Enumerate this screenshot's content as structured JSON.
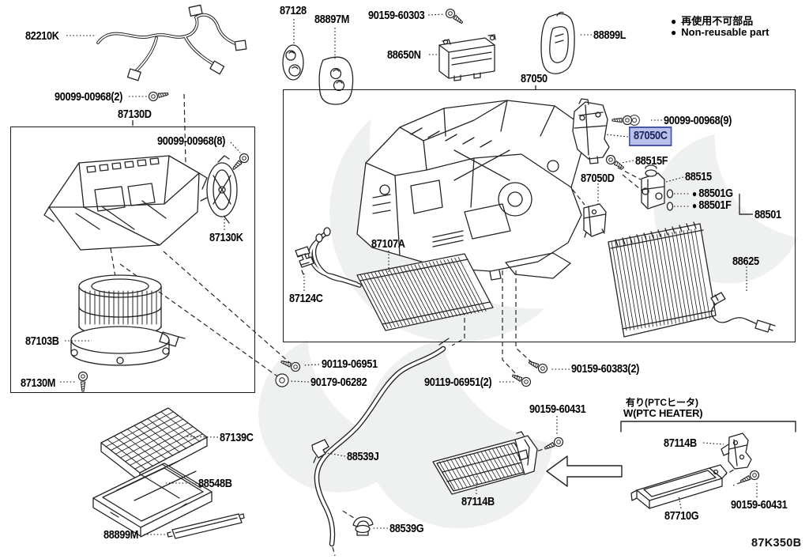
{
  "diagram": {
    "code": "87K350B"
  },
  "legend": {
    "bullet": "●",
    "line1_jp": "再使用不可部品",
    "line2_en": "Non-reusable part"
  },
  "ptc_section": {
    "title_jp": "有り(PTCヒータ)",
    "title_en": "W(PTC HEATER)"
  },
  "highlight": {
    "bg": "#b9c1e9",
    "border": "#4a55a8",
    "text_color": "#1a2360"
  },
  "labels": {
    "p82210k": "82210K",
    "p90099_00968_2": "90099-00968(2)",
    "p87130d": "87130D",
    "p90099_00968_8": "90099-00968(8)",
    "p87130k": "87130K",
    "p87103b": "87103B",
    "p87130m": "87130M",
    "p87139c": "87139C",
    "p88548b": "88548B",
    "p88899m": "88899M",
    "p87128": "87128",
    "p88897m": "88897M",
    "p90159_60303": "90159-60303",
    "p88650n": "88650N",
    "p88899l": "88899L",
    "p87050": "87050",
    "p90099_00968_9": "90099-00968(9)",
    "p87050c": "87050C",
    "p88515f": "88515F",
    "p87050d": "87050D",
    "p88515": "88515",
    "p88501g": "88501G",
    "p88501f": "88501F",
    "p88501": "88501",
    "p88625": "88625",
    "p87107a": "87107A",
    "p87124c": "87124C",
    "p90119_06951": "90119-06951",
    "p90179_06282": "90179-06282",
    "p90119_06951_2": "90119-06951(2)",
    "p90159_60383_2": "90159-60383(2)",
    "p90159_60431_center": "90159-60431",
    "p88539j": "88539J",
    "p88539g": "88539G",
    "p87114b_center": "87114B",
    "p87114b_right": "87114B",
    "p87710g": "87710G",
    "p90159_60431_right": "90159-60431"
  }
}
